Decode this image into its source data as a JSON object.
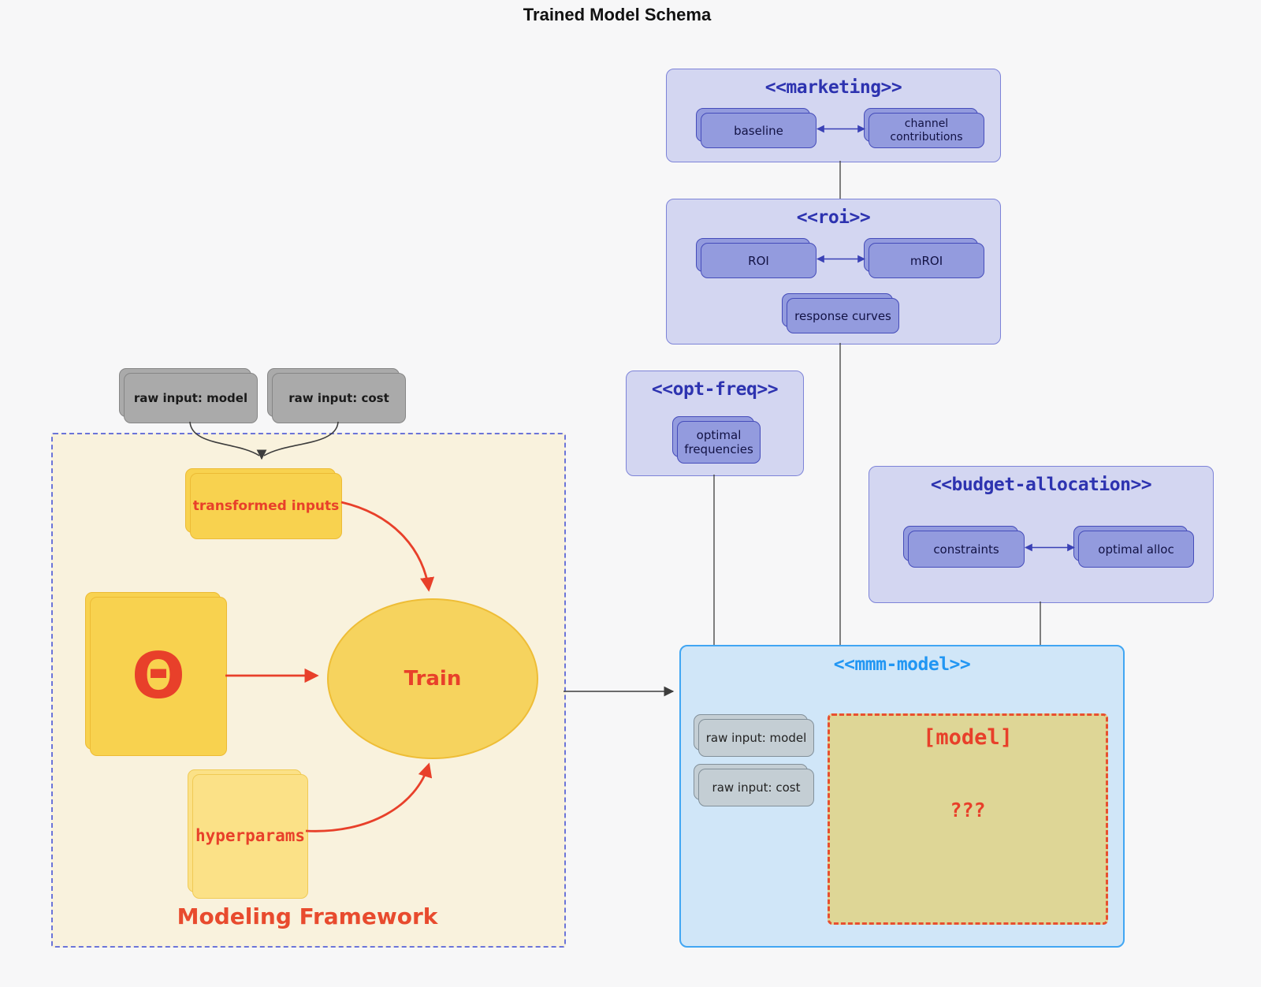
{
  "page": {
    "title": "Trained Model Schema"
  },
  "colors": {
    "background": "#f7f7f8",
    "purple_container_fill": "#d3d6f1",
    "purple_container_border": "#7d83d8",
    "purple_node_fill": "#939bde",
    "purple_node_border": "#454cba",
    "purple_title_text": "#2d33b0",
    "purple_arrow": "#3a41b5",
    "blue_container_fill": "#d0e6f8",
    "blue_container_border": "#41a6f3",
    "blue_title_text": "#2196f3",
    "gray_node_fill": "#aaaaaa",
    "gray_inner_node_fill": "#c4ced4",
    "framework_fill": "#f9f2dd",
    "framework_border": "#6b74d8",
    "yellow_node_fill": "#f8d24f",
    "yellow_light_fill": "#fbe187",
    "ellipse_fill": "#f6d35e",
    "model_box_fill": "#ded696",
    "red_accent": "#e8402a",
    "dark_line": "#3d3d3d"
  },
  "marketing": {
    "title": "<<marketing>>",
    "baseline": "baseline",
    "channel_contributions": "channel contributions"
  },
  "roi": {
    "title": "<<roi>>",
    "roi": "ROI",
    "mroi": "mROI",
    "response_curves": "response curves"
  },
  "opt_freq": {
    "title": "<<opt-freq>>",
    "optimal_frequencies": "optimal frequencies"
  },
  "budget_allocation": {
    "title": "<<budget-allocation>>",
    "constraints": "constraints",
    "optimal_alloc": "optimal alloc"
  },
  "mmm_model": {
    "title": "<<mmm-model>>",
    "raw_input_model": "raw input: model",
    "raw_input_cost": "raw input: cost",
    "model_box_title": "[model]",
    "model_box_unknown": "???"
  },
  "raw_inputs": {
    "model": "raw input: model",
    "cost": "raw input: cost"
  },
  "modeling_framework": {
    "label": "Modeling Framework",
    "transformed_inputs": "transformed inputs",
    "theta": "Θ",
    "train": "Train",
    "hyperparams": "hyperparams"
  },
  "edges": [
    {
      "from": "raw input: model",
      "to": "transformed inputs",
      "type": "arrow-black"
    },
    {
      "from": "raw input: cost",
      "to": "transformed inputs",
      "type": "arrow-black"
    },
    {
      "from": "transformed inputs",
      "to": "Train",
      "type": "arrow-red"
    },
    {
      "from": "Θ",
      "to": "Train",
      "type": "arrow-red"
    },
    {
      "from": "hyperparams",
      "to": "Train",
      "type": "arrow-red"
    },
    {
      "from": "Modeling Framework",
      "to": "<<mmm-model>>",
      "type": "arrow-black"
    },
    {
      "from": "baseline",
      "to": "channel contributions",
      "type": "double-arrow"
    },
    {
      "from": "ROI",
      "to": "mROI",
      "type": "double-arrow"
    },
    {
      "from": "constraints",
      "to": "optimal alloc",
      "type": "double-arrow"
    },
    {
      "from": "<<marketing>>",
      "to": "<<roi>>",
      "type": "line"
    },
    {
      "from": "<<roi>>",
      "to": "<<mmm-model>>",
      "type": "line"
    },
    {
      "from": "<<opt-freq>>",
      "to": "<<mmm-model>>",
      "type": "line"
    },
    {
      "from": "<<budget-allocation>>",
      "to": "<<mmm-model>>",
      "type": "line"
    }
  ]
}
